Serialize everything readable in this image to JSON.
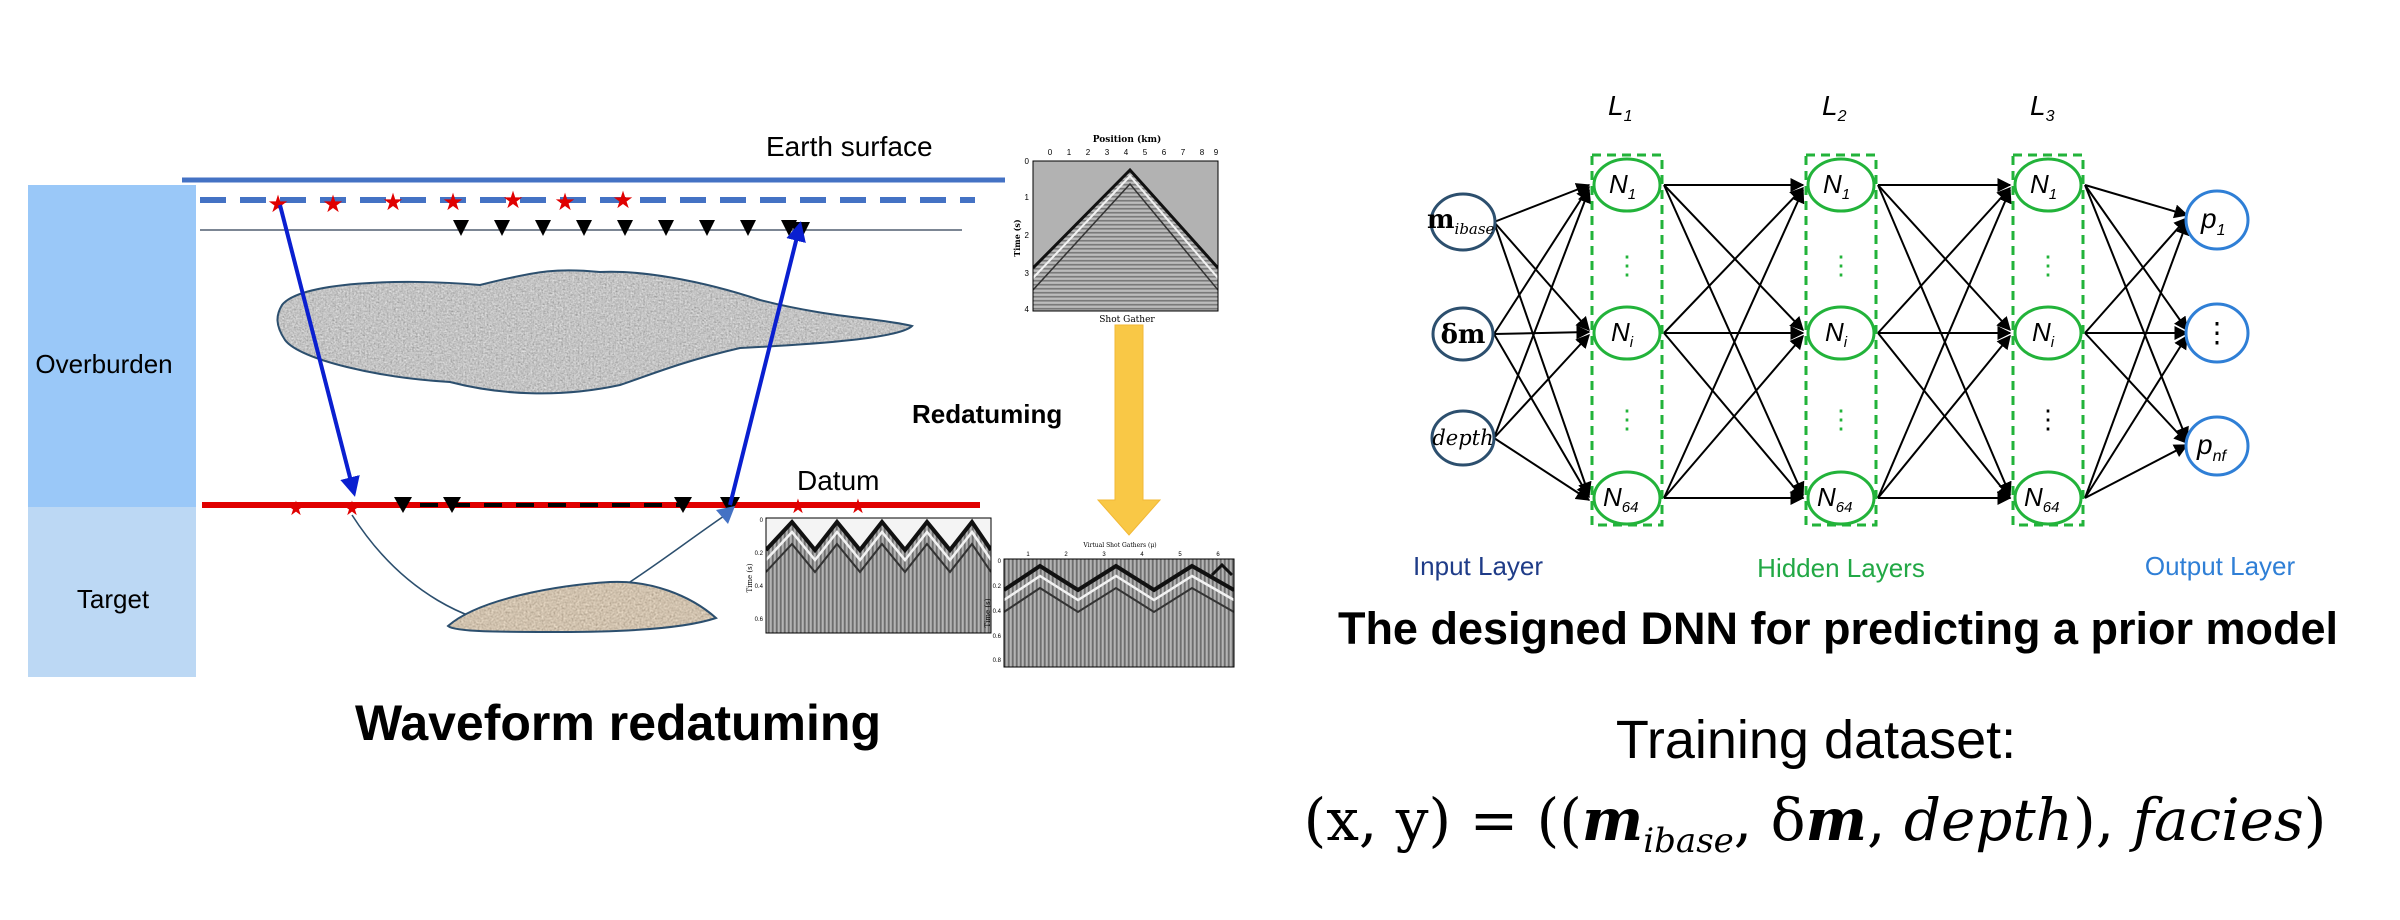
{
  "left": {
    "labels": {
      "overburden": "Overburden",
      "target": "Target",
      "earth_surface": "Earth surface",
      "datum": "Datum",
      "redatuming": "Redatuming",
      "caption": "Waveform redatuming"
    },
    "shot_gather": {
      "x_title": "Position (km)",
      "x_ticks": [
        "0",
        "1",
        "2",
        "3",
        "4",
        "5",
        "6",
        "7",
        "8",
        "9"
      ],
      "y_title": "Time (s)",
      "y_ticks": [
        "0",
        "1",
        "2",
        "3",
        "4"
      ],
      "caption": "Shot Gather"
    },
    "virtual_gathers": {
      "title": "Virtual Shot Gathers (μ)",
      "y_title": "Time (s)",
      "y_ticks_a": [
        "0",
        "0.2",
        "0.4",
        "0.6"
      ],
      "y_ticks_b": [
        "0",
        "0.2",
        "0.4",
        "0.6",
        "0.8"
      ],
      "top_ticks": [
        "1",
        "2",
        "3",
        "4",
        "5",
        "6"
      ]
    },
    "colors": {
      "surface_line": "#4472c4",
      "datum_line": "#e00000",
      "ray": "#0a1fd0",
      "overburden_block": "#9ac8f8",
      "target_block": "#bcd8f4",
      "arrow": "#f9c846",
      "star": "#e00000"
    }
  },
  "right": {
    "layer_headers": {
      "l1_base": "L",
      "l1_sub": "1",
      "l2_base": "L",
      "l2_sub": "2",
      "l3_base": "L",
      "l3_sub": "3"
    },
    "inputs": {
      "mibase_base": "m",
      "mibase_sub": "ibase",
      "dm_base": "δm",
      "depth": "depth"
    },
    "hidden": {
      "n1_base": "N",
      "n1_sub": "1",
      "ni_base": "N",
      "ni_sub": "i",
      "n64_base": "N",
      "n64_sub": "64",
      "dots": "⋮"
    },
    "outputs": {
      "p1_base": "p",
      "p1_sub": "1",
      "dots": "⋮",
      "pnf_base": "p",
      "pnf_sub": "nf"
    },
    "layer_labels": {
      "input": "Input Layer",
      "hidden": "Hidden Layers",
      "output": "Output Layer"
    },
    "caption": "The designed DNN for predicting a prior model",
    "training": {
      "heading": "Training dataset:",
      "eq_lhs": "(x, y) = ((",
      "eq_m": "m",
      "eq_m_sub": "ibase",
      "eq_sep1": ", δ",
      "eq_dm": "m",
      "eq_sep2": ", ",
      "eq_depth": "depth",
      "eq_sep3": "), ",
      "eq_facies": "facies",
      "eq_close": ")"
    },
    "colors": {
      "input_node": "#2c4f6e",
      "hidden_node": "#22b33a",
      "output_node": "#2f7fd6",
      "dashed_box": "#22b33a",
      "input_label": "#1f3c88",
      "hidden_label": "#22a845",
      "output_label": "#2f7fd6"
    }
  }
}
